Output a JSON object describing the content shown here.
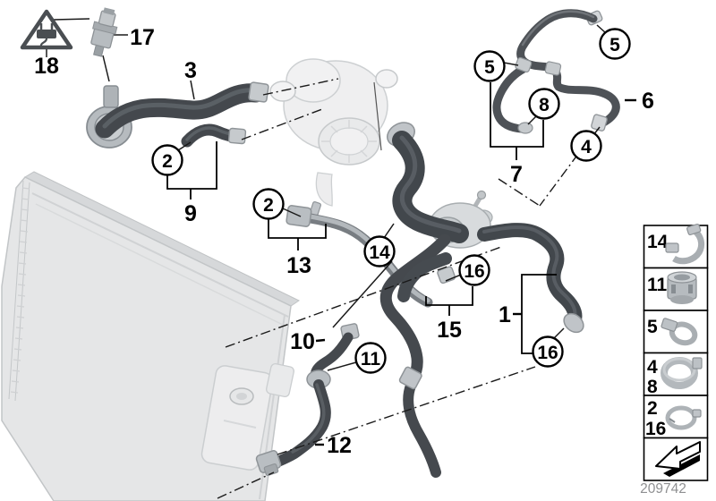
{
  "figure": {
    "doc_number": "209742",
    "warning_label": "18",
    "labels": {
      "p17": "17",
      "p3": "3",
      "p9": "9",
      "p13": "13",
      "p7": "7",
      "p6": "6",
      "p1": "1",
      "p10": "10",
      "p12": "12",
      "p15": "15"
    },
    "circled": {
      "c2a": "2",
      "c2b": "2",
      "c14": "14",
      "c16a": "16",
      "c16b": "16",
      "c11": "11",
      "c5a": "5",
      "c5b": "5",
      "c8": "8",
      "c4": "4"
    },
    "legend": {
      "rows": [
        {
          "labels": [
            "14"
          ],
          "icon": "retaining-clip-icon"
        },
        {
          "labels": [
            "11"
          ],
          "icon": "quick-coupling-icon"
        },
        {
          "labels": [
            "5"
          ],
          "icon": "screw-hose-clamp-icon"
        },
        {
          "labels": [
            "4",
            "8"
          ],
          "icon": "large-hose-clamp-icon"
        },
        {
          "labels": [
            "2",
            "16"
          ],
          "icon": "spring-band-clamp-icon"
        },
        {
          "labels": [],
          "icon": "direction-arrow-icon"
        }
      ]
    }
  }
}
